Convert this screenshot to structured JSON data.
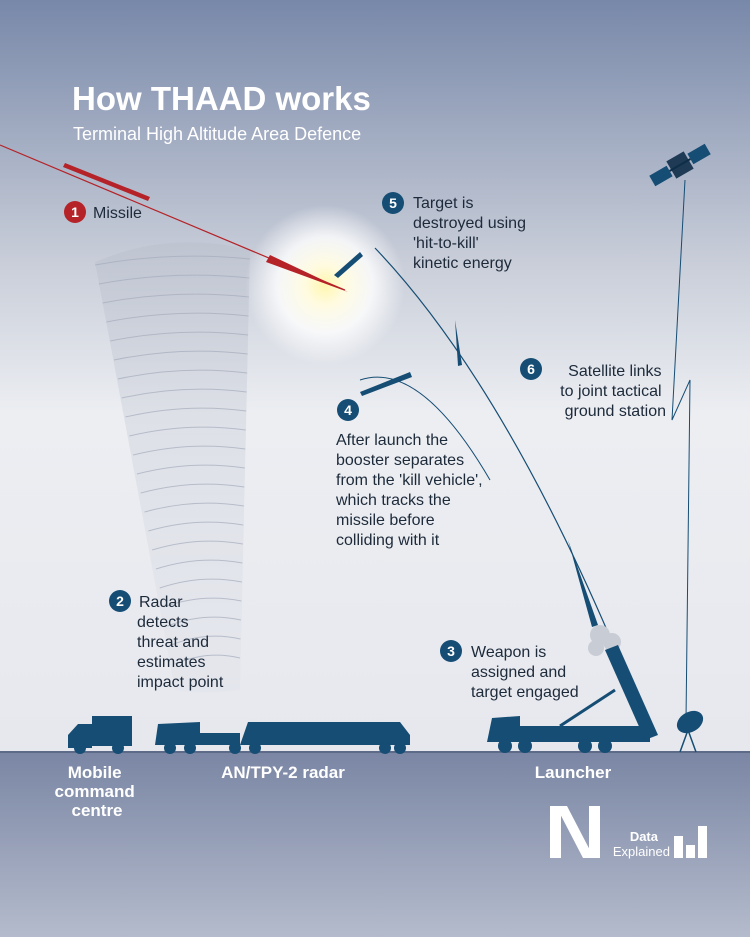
{
  "header": {
    "title": "How THAAD works",
    "subtitle": "Terminal High Altitude Area Defence"
  },
  "steps": [
    {
      "number": "1",
      "lines": [
        "Missile"
      ]
    },
    {
      "number": "2",
      "lines": [
        "Radar",
        "detects",
        "threat and",
        "estimates",
        "impact point"
      ]
    },
    {
      "number": "3",
      "lines": [
        "Weapon is",
        "assigned and",
        "target engaged"
      ]
    },
    {
      "number": "4",
      "lines": [
        "After launch the",
        "booster separates",
        "from the 'kill vehicle',",
        "which tracks the",
        "missile before",
        "colliding with it"
      ]
    },
    {
      "number": "5",
      "lines": [
        "Target is",
        "destroyed using",
        "'hit-to-kill'",
        "kinetic energy"
      ]
    },
    {
      "number": "6",
      "lines": [
        "Satellite links",
        "to joint tactical",
        "ground station"
      ]
    }
  ],
  "ground_labels": {
    "command": [
      "Mobile",
      "command",
      "centre"
    ],
    "radar": "AN/TPY-2 radar",
    "launcher": "Launcher"
  },
  "logo": {
    "mark": "N",
    "line1": "Data",
    "line2": "Explained"
  },
  "colors": {
    "navy": "#164d74",
    "red": "#b52227",
    "sky_top": "#7b8bab",
    "sky_mid": "#e4e6ec",
    "ground": "#7d89a7"
  }
}
